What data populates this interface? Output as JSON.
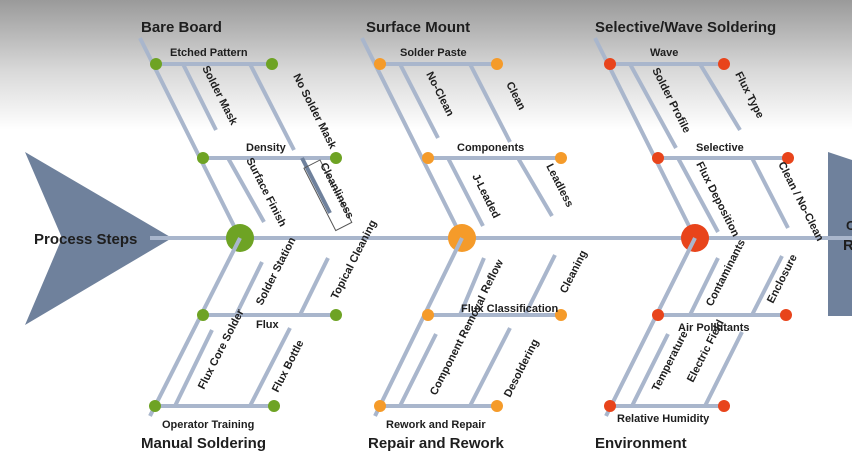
{
  "spine_label": "Process Steps",
  "result_label_partial": "R",
  "result_label_top_partial": "C",
  "colors": {
    "bone": "#a9b6cc",
    "arrow": "#6f819c",
    "green": "#6ea324",
    "orange": "#f59b2a",
    "red": "#e8441b"
  },
  "categories": {
    "bare_board": {
      "title": "Bare Board",
      "causes": [
        "Etched Pattern",
        "Solder Mask",
        "No Solder Mask",
        "Density",
        "Surface Finish",
        "Cleanliness"
      ]
    },
    "surface_mount": {
      "title": "Surface Mount",
      "causes": [
        "Solder Paste",
        "No-Clean",
        "Clean",
        "Components",
        "J-Leaded",
        "Leadless"
      ]
    },
    "selective_wave": {
      "title": "Selective/Wave Soldering",
      "causes": [
        "Wave",
        "Solder Profile",
        "Flux Type",
        "Selective",
        "Flux Deposition",
        "Clean / No-Clean"
      ]
    },
    "manual_soldering": {
      "title": "Manual Soldering",
      "causes": [
        "Solder Station",
        "Topical Cleaning",
        "Flux",
        "Flux Core Solder",
        "Flux Bottle",
        "Operator Training"
      ]
    },
    "repair_rework": {
      "title": "Repair and Rework",
      "causes": [
        "Reflow",
        "Cleaning",
        "Flux Classification",
        "Component Removal",
        "Desoldering",
        "Rework and Repair"
      ]
    },
    "environment": {
      "title": "Environment",
      "causes": [
        "Contaminants",
        "Enclosure",
        "Air Pollutants",
        "Temperature",
        "Electric Field",
        "Relative Humidity"
      ]
    }
  }
}
